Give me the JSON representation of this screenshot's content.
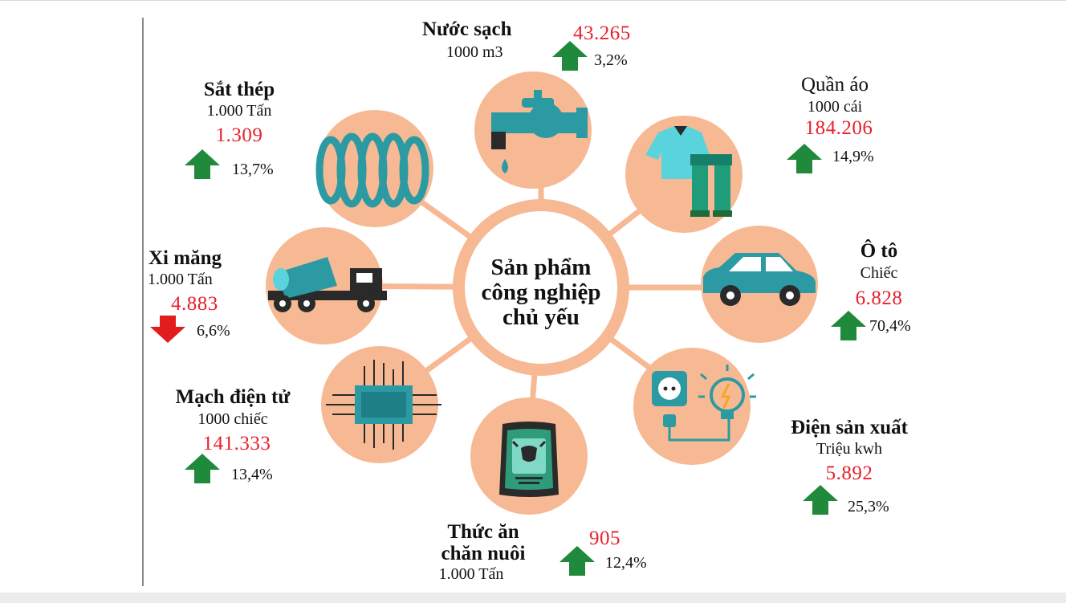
{
  "center": {
    "line1": "Sản phẩm",
    "line2": "công nghiệp",
    "line3": "chủ yếu"
  },
  "items": {
    "nuoc_sach": {
      "name": "Nước sạch",
      "unit": "1000 m3",
      "value": "43.265",
      "change": "3,2%",
      "trend": "up"
    },
    "quan_ao": {
      "name": "Quần áo",
      "unit": "1000 cái",
      "value": "184.206",
      "change": "14,9%",
      "trend": "up"
    },
    "o_to": {
      "name": "Ô tô",
      "unit": "Chiếc",
      "value": "6.828",
      "change": "70,4%",
      "trend": "up"
    },
    "dien": {
      "name": "Điện sản xuất",
      "unit": "Triệu kwh",
      "value": "5.892",
      "change": "25,3%",
      "trend": "up"
    },
    "thuc_an": {
      "name1": "Thức ăn",
      "name2": "chăn nuôi",
      "unit": "1.000 Tấn",
      "value": "905",
      "change": "12,4%",
      "trend": "up"
    },
    "mach_dien_tu": {
      "name": "Mạch điện tử",
      "unit": "1000 chiếc",
      "value": "141.333",
      "change": "13,4%",
      "trend": "up"
    },
    "xi_mang": {
      "name": "Xi măng",
      "unit": "1.000 Tấn",
      "value": "4.883",
      "change": "6,6%",
      "trend": "down"
    },
    "sat_thep": {
      "name": "Sắt thép",
      "unit": "1.000 Tấn",
      "value": "1.309",
      "change": "13,7%",
      "trend": "up"
    }
  },
  "colors": {
    "circle": "#f7b993",
    "spoke": "#f7b993",
    "icon": "#2b9aa3",
    "icon_dark": "#2a2a2a",
    "value": "#e8202c",
    "up_arrow": "#1f8a3c",
    "down_arrow": "#e11d1d"
  }
}
